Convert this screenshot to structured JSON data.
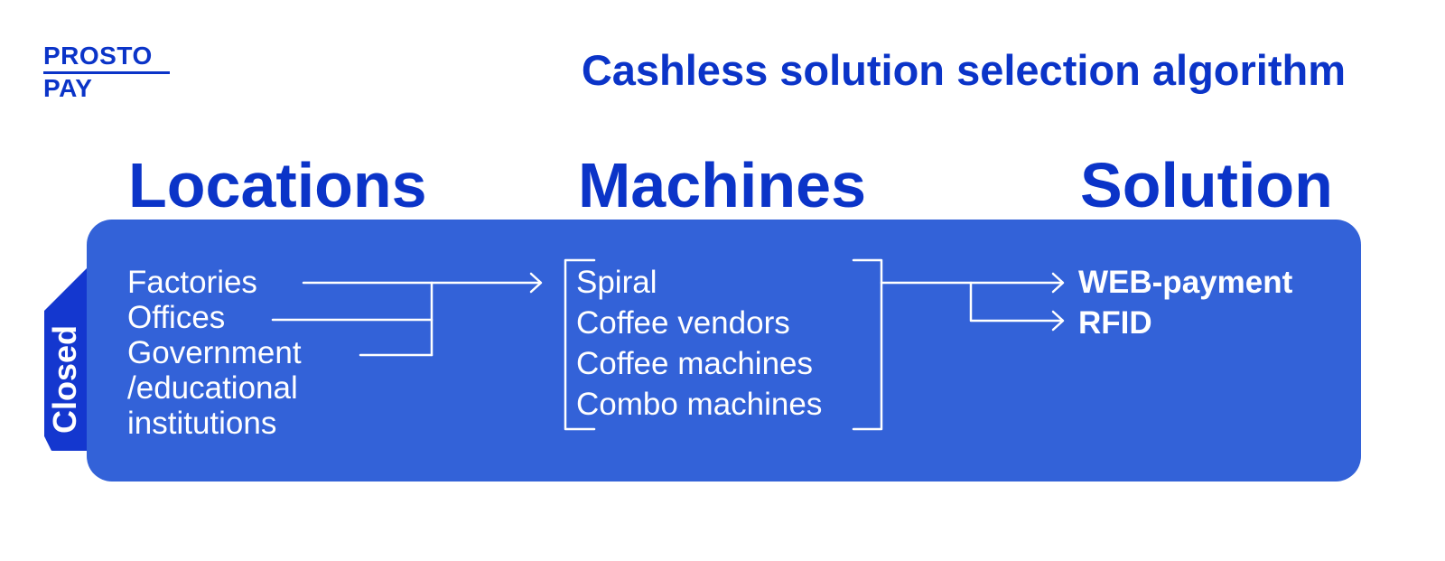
{
  "logo": {
    "line1": "PROSTO",
    "line2": "PAY"
  },
  "title": "Cashless solution selection algorithm",
  "columns": {
    "locations": "Locations",
    "machines": "Machines",
    "solution": "Solution"
  },
  "category": "Closed",
  "locations": [
    "Factories",
    "Offices",
    "Government",
    "/educational",
    "institutions"
  ],
  "machines": [
    "Spiral",
    "Coffee vendors",
    "Coffee machines",
    "Combo machines"
  ],
  "solutions": [
    "WEB-payment",
    "RFID"
  ],
  "colors": {
    "brand": "#0b34c8",
    "panel": "#3362d8",
    "tab": "#1437cf",
    "text_on_panel": "#ffffff"
  }
}
